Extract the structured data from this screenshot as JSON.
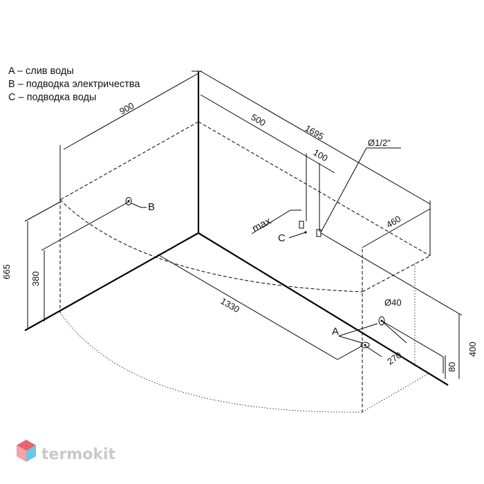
{
  "legend": {
    "a": "A – слив воды",
    "b": "B – подводка электричества",
    "c": "C – подводка воды"
  },
  "dimensions": {
    "d900": "900",
    "d1695": "1695",
    "d500": "500",
    "d100": "100",
    "d_pipe": "Ø1/2\"",
    "d460": "460",
    "d665": "665",
    "d380": "380",
    "d1330": "1330",
    "d40": "Ø40",
    "d270": "270",
    "d80": "80",
    "d400": "400"
  },
  "labels": {
    "a": "A",
    "b": "B",
    "c": "C",
    "max": "max"
  },
  "watermark": {
    "text": "termokit",
    "logo_color": "#e8636b",
    "logo_color_2": "#6ec6e6"
  }
}
